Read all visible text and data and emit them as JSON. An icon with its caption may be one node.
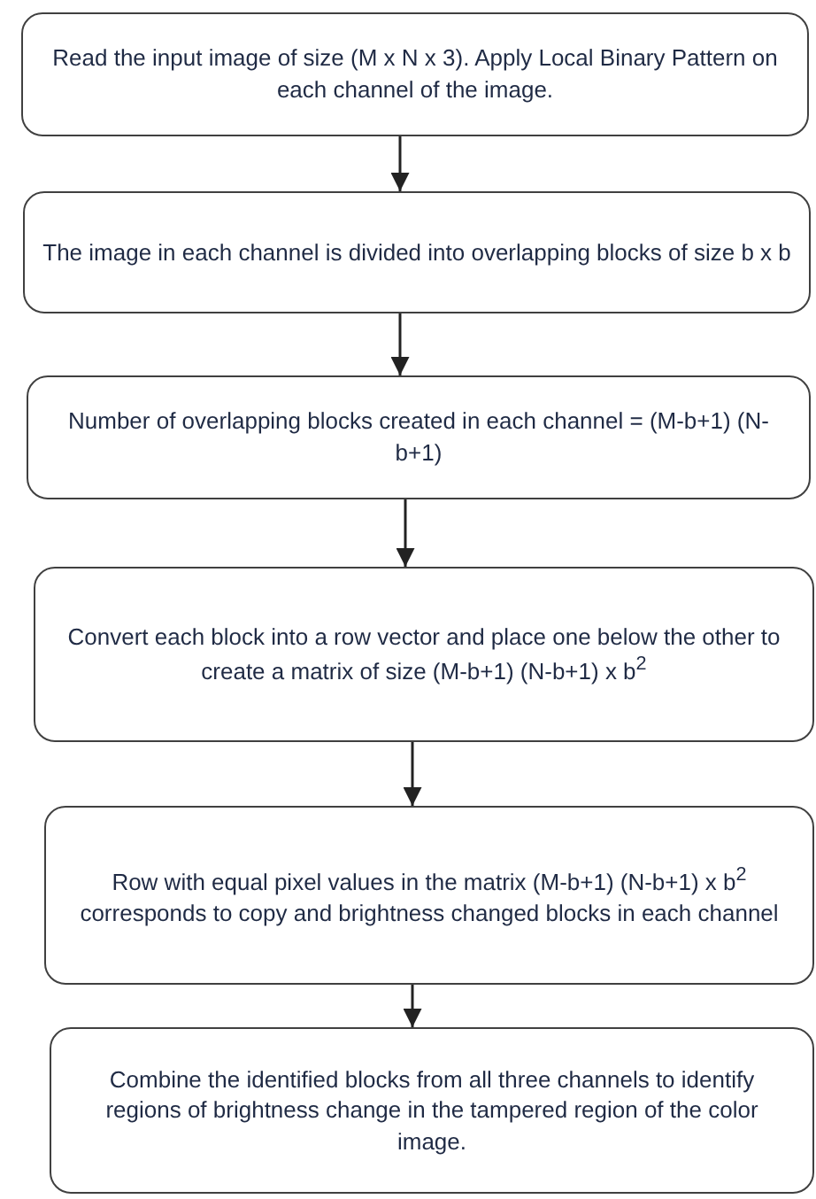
{
  "diagram": {
    "nodes": [
      {
        "text": [
          "Read the input image of size (M x N x 3). Apply Local Binary Pattern on each channel of the image."
        ]
      },
      {
        "text": [
          "The image in each channel is divided into overlapping blocks of size b x b"
        ]
      },
      {
        "text": [
          "Number of overlapping blocks created in each channel = (M-b+1) (N-b+1)"
        ]
      },
      {
        "text": [
          "Convert each block into a row vector and place one below the other to create a matrix of size (M-b+1) (N-b+1) x b$^{2}$"
        ]
      },
      {
        "text": [
          "Row with equal pixel values in the matrix (M-b+1) (N-b+1) x b$^{2}$ corresponds to copy and brightness changed blocks in each channel"
        ]
      },
      {
        "text": [
          "Combine the identified blocks from all three channels to identify regions of brightness change in the tampered region of the color image."
        ]
      }
    ],
    "edges": [
      {
        "from": 0,
        "to": 1,
        "arrow": "to"
      },
      {
        "from": 1,
        "to": 2,
        "arrow": "to"
      },
      {
        "from": 2,
        "to": 3,
        "arrow": "to"
      },
      {
        "from": 3,
        "to": 4,
        "arrow": "to"
      },
      {
        "from": 4,
        "to": 5,
        "arrow": "to"
      }
    ]
  }
}
